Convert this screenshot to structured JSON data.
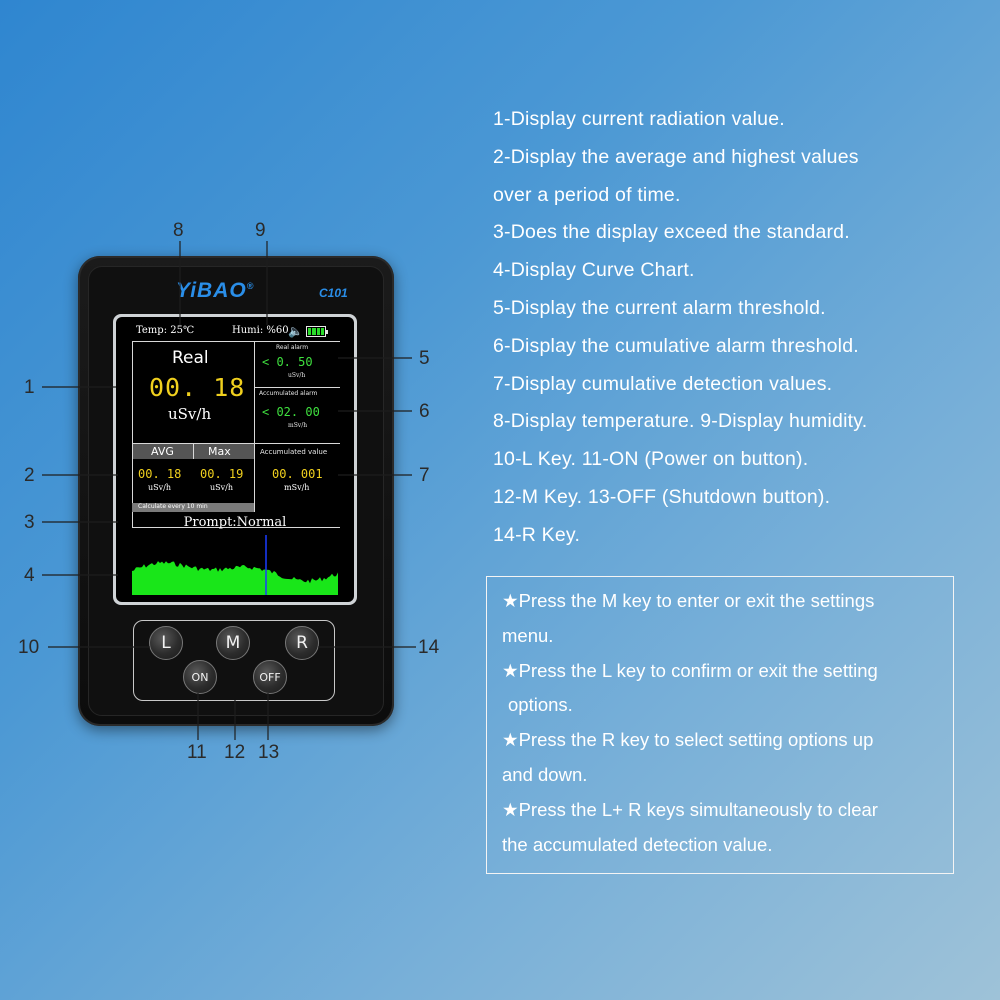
{
  "device": {
    "brand": "YiBAO",
    "brand_reg": "®",
    "model": "C101",
    "screen": {
      "temp": "Temp: 25℃",
      "humi": "Humi: %60",
      "speaker_icon": "speaker-icon",
      "battery_icon": "battery-icon",
      "real_title": "Real",
      "real_value": "00. 18",
      "real_unit": "uSv/h",
      "real_alarm_label": "Real alarm",
      "real_alarm_value": "< 0. 50",
      "real_alarm_unit": "uSv/h",
      "acc_alarm_label": "Accumulated alarm",
      "acc_alarm_value": "< 02. 00",
      "acc_alarm_unit": "mSv/h",
      "avg_label": "AVG",
      "max_label": "Max",
      "avg_value": "00. 18",
      "avg_unit": "uSv/h",
      "max_value": "00. 19",
      "max_unit": "uSv/h",
      "acc_value_label": "Accumulated value",
      "acc_value": "00. 001",
      "acc_value_unit": "mSv/h",
      "calc_note": "Calculate every 10 min",
      "prompt": "Prompt:Normal",
      "curve_color": "#19e619",
      "marker_color": "#1a3cff"
    },
    "keys": {
      "l": "L",
      "m": "M",
      "r": "R",
      "on": "ON",
      "off": "OFF"
    }
  },
  "callouts": [
    "1",
    "2",
    "3",
    "4",
    "5",
    "6",
    "7",
    "8",
    "9",
    "10",
    "11",
    "12",
    "13",
    "14"
  ],
  "descriptions": [
    "1-Display current radiation value.",
    "2-Display the average and highest values",
    "over a period of time.",
    "3-Does the display exceed the standard.",
    "4-Display Curve Chart.",
    "5-Display the current alarm threshold.",
    "6-Display the cumulative alarm threshold.",
    "7-Display cumulative detection values.",
    "8-Display temperature.  9-Display humidity.",
    "10-L Key.  11-ON (Power on button).",
    "12-M Key.   13-OFF (Shutdown button).",
    "14-R Key."
  ],
  "tips": [
    "★Press the M key to enter or exit the settings",
    "menu.",
    "★Press the L key to confirm or exit the setting",
    "options.",
    "★Press the R key to select setting options up",
    "and down.",
    "★Press the L+ R keys simultaneously to clear",
    "the accumulated detection value."
  ]
}
